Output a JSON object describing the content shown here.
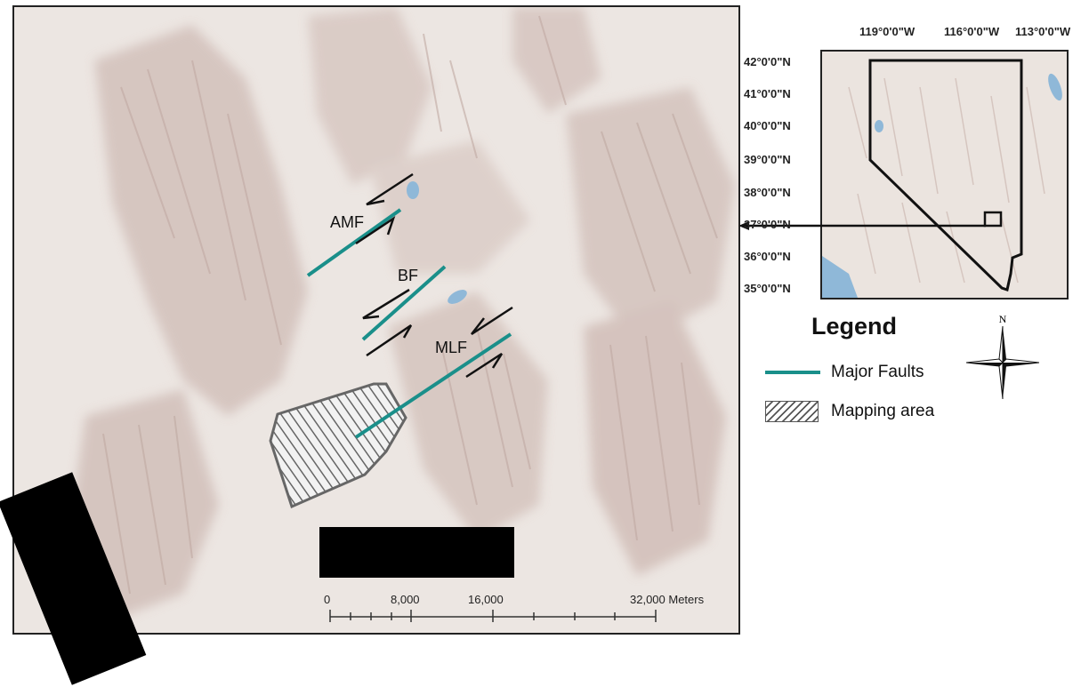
{
  "main_map": {
    "fault_labels": {
      "amf": "AMF",
      "bf": "BF",
      "mlf": "MLF"
    },
    "scale_bar": {
      "ticks": [
        "0",
        "8,000",
        "16,000",
        "32,000 Meters"
      ]
    }
  },
  "inset_map": {
    "longitude_labels": [
      "119°0'0\"W",
      "116°0'0\"W",
      "113°0'0\"W"
    ],
    "latitude_labels": [
      "42°0'0\"N",
      "41°0'0\"N",
      "40°0'0\"N",
      "39°0'0\"N",
      "38°0'0\"N",
      "37°0'0\"N",
      "36°0'0\"N",
      "35°0'0\"N"
    ]
  },
  "legend": {
    "title": "Legend",
    "items": [
      {
        "label": "Major Faults",
        "color": "#1a8f8a"
      },
      {
        "label": "Mapping area"
      }
    ]
  },
  "north_arrow": {
    "label": "N"
  },
  "colors": {
    "fault": "#1a8f8a",
    "water": "#8fb8d8",
    "terrain": "#e6dcd6",
    "relief_shadow": "#c9b4ae"
  }
}
